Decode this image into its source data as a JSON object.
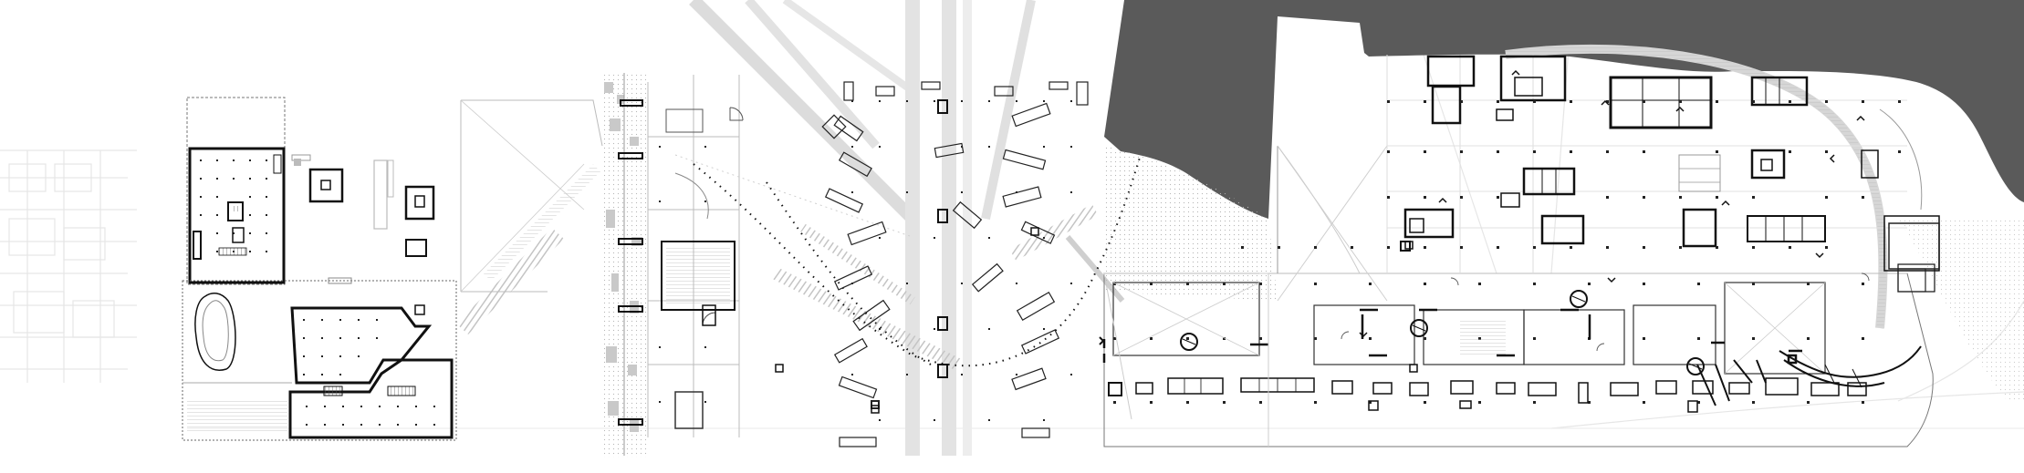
{
  "colors": {
    "background": "#ffffff",
    "ink": "#1a1a1a",
    "wall": "#111111",
    "grey_hatch": "#c4c4c4",
    "light_line": "#d8d8d8",
    "faint": "#e6e6e6",
    "dark_mass": "#5a5a5a",
    "column": "#222222"
  },
  "icons": {
    "grid_column": "square-dot",
    "stair": "parallel-hatch",
    "door_swing": "quarter-arc",
    "revolving_door": "circle-with-diameter"
  }
}
